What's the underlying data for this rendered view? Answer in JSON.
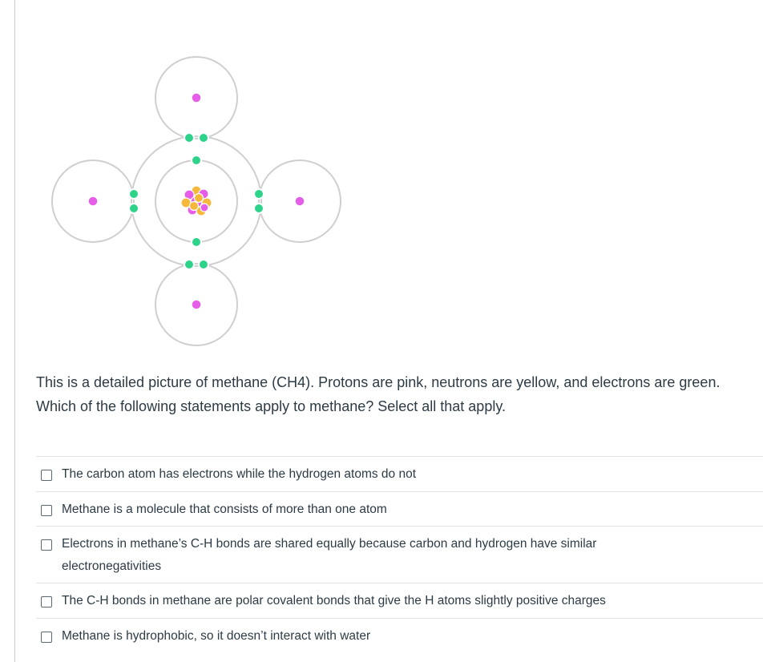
{
  "question": {
    "text": "This is a detailed picture of methane (CH4). Protons are pink, neutrons are yellow, and electrons are green.  Which of the following statements apply to methane?  Select all that apply."
  },
  "answers": [
    {
      "label": "The carbon atom has electrons while the hydrogen atoms do not",
      "checked": false
    },
    {
      "label": "Methane is a molecule that consists of more than one atom",
      "checked": false
    },
    {
      "label": "Electrons in methane’s C-H bonds are shared equally because carbon and hydrogen have similar electronegativities",
      "checked": false
    },
    {
      "label": "The C-H bonds in methane are polar covalent bonds that give the H atoms slightly positive charges",
      "checked": false
    },
    {
      "label": "Methane is hydrophobic, so it doesn’t interact with water",
      "checked": false
    }
  ],
  "colors": {
    "proton": "#e65ee8",
    "neutron": "#f5b83a",
    "electron": "#2ed38a",
    "shell": "#cfcfcf",
    "text": "#2d3b45",
    "divider": "#dfe3e6"
  },
  "icons": {
    "answer_checkbox": "checkbox-unchecked-icon"
  }
}
